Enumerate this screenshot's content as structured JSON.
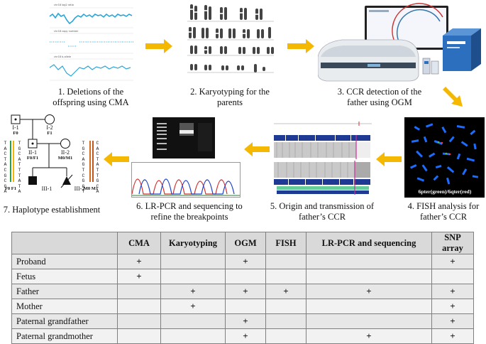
{
  "steps": [
    {
      "label": "1. Deletions of the offspring using CMA"
    },
    {
      "label": "2. Karyotyping for the parents"
    },
    {
      "label": "3. CCR detection of the father using OGM"
    },
    {
      "label": "4. FISH analysis for father’s CCR"
    },
    {
      "label": "5. Origin and transmission of father’s CCR"
    },
    {
      "label": "6. LR-PCR and sequencing to refine the breakpoints"
    },
    {
      "label": "7. Haplotype establishment"
    }
  ],
  "fish_caption": "6pter(green)/6qter(red)",
  "pedigree": {
    "I1": "I-1",
    "I1_sub": "F0",
    "I2": "I-2",
    "I2_sub": "F1",
    "II1": "II-1",
    "II1_sub": "F0/F1",
    "II2": "II-2",
    "II2_sub": "M0/M1",
    "III1": "III-1",
    "III2": "III-2",
    "left_tag": "F0 F1",
    "right_tag": "M0 M1",
    "seq_left_a": [
      "T",
      "A",
      "C",
      "T",
      "A",
      "C",
      "G",
      "C",
      "G",
      "A"
    ],
    "seq_left_b": [
      "T",
      "G",
      "C",
      "A",
      "T",
      "T",
      "T",
      "A",
      "T",
      "A"
    ],
    "seq_right_a": [
      "T",
      "G",
      "C",
      "A",
      "G",
      "T",
      "C",
      "G",
      "G",
      "T"
    ],
    "seq_right_b": [
      "C",
      "A",
      "C",
      "T",
      "A",
      "T",
      "T",
      "G",
      "C",
      "A"
    ]
  },
  "table": {
    "headers": [
      "",
      "CMA",
      "Karyotyping",
      "OGM",
      "FISH",
      "LR-PCR and sequencing",
      "SNP array"
    ],
    "rows": [
      {
        "label": "Proband",
        "cells": [
          "+",
          "",
          "+",
          "",
          "",
          "+"
        ]
      },
      {
        "label": "Fetus",
        "cells": [
          "+",
          "",
          "",
          "",
          "",
          ""
        ]
      },
      {
        "label": "Father",
        "cells": [
          "",
          "+",
          "+",
          "+",
          "+",
          "+"
        ]
      },
      {
        "label": "Mother",
        "cells": [
          "",
          "+",
          "",
          "",
          "",
          "+"
        ]
      },
      {
        "label": "Paternal grandfather",
        "cells": [
          "",
          "",
          "+",
          "",
          "",
          "+"
        ]
      },
      {
        "label": "Paternal grandmother",
        "cells": [
          "",
          "",
          "+",
          "",
          "+",
          "+"
        ]
      }
    ]
  },
  "colors": {
    "arrow": "#f5b800",
    "cma_trace": "#2aa6d6",
    "ogm_blue": "#1f3a93",
    "fish_bg": "#000000",
    "fish_dots": "#1c6cff"
  }
}
